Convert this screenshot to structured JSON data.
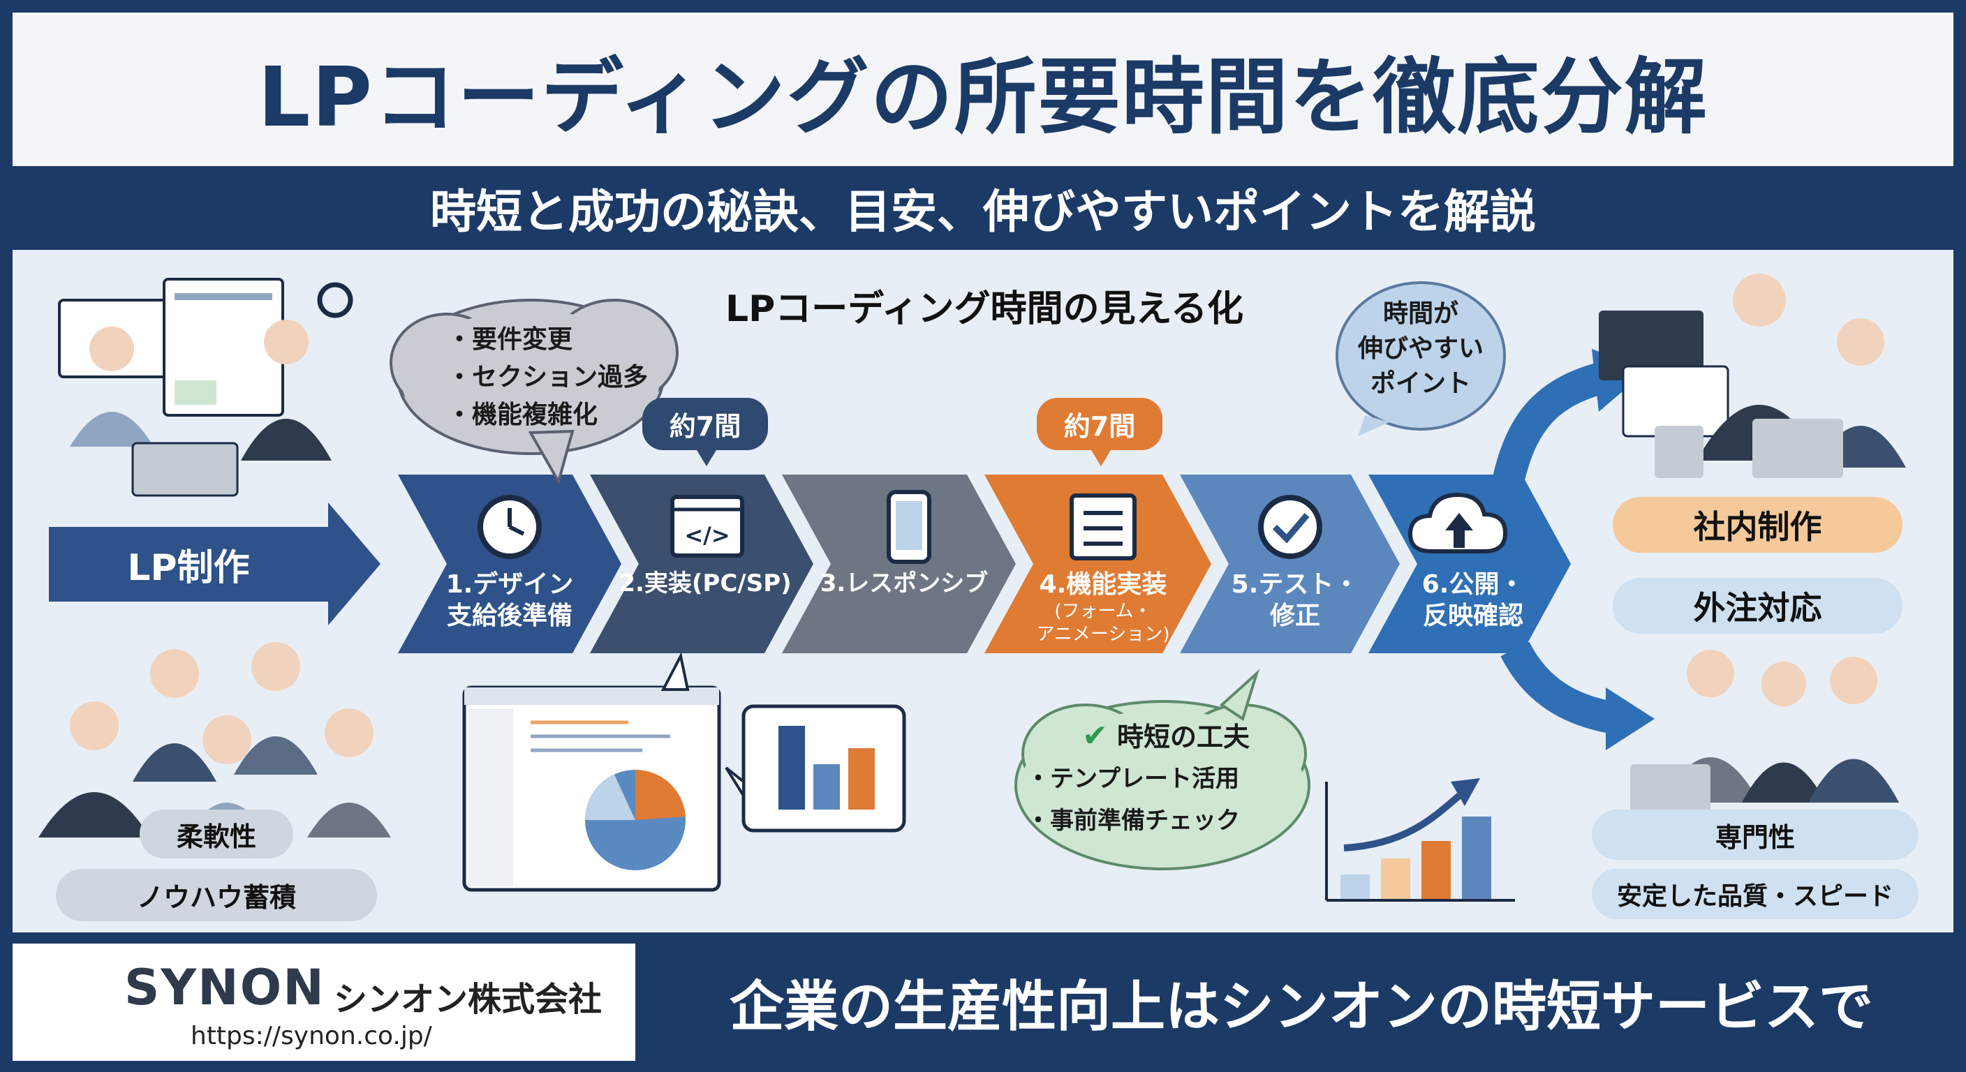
{
  "header": {
    "title": "LPコーディングの所要時間を徹底分解",
    "subtitle": "時短と成功の秘訣、目安、伸びやすいポイントを解説"
  },
  "main": {
    "section_title": "LPコーディング時間の見える化",
    "lp_arrow_label": "LP制作",
    "top_cloud": {
      "items": [
        "・要件変更",
        "・セクション過多",
        "・機能複雑化"
      ]
    },
    "badges": [
      {
        "label": "約7間",
        "color": "#2f4a70"
      },
      {
        "label": "約7間",
        "color": "#e07b34"
      }
    ],
    "stretch_cloud": {
      "lines": [
        "時間が",
        "伸びやすい",
        "ポイント"
      ]
    },
    "steps": [
      {
        "label1": "1.デザイン",
        "label2": "支給後準備",
        "icon": "clock-icon",
        "color": "#2e5289"
      },
      {
        "label1": "2.実装(PC/SP)",
        "label2": "",
        "icon": "code-icon",
        "color": "#3b4f6e"
      },
      {
        "label1": "3.レスポンシブ",
        "label2": "",
        "icon": "smartphone-icon",
        "color": "#6e7683"
      },
      {
        "label1": "4.機能実装",
        "label2": "(フォーム・",
        "label3": "アニメーション)",
        "icon": "form-icon",
        "color": "#e07b34"
      },
      {
        "label1": "5.テスト・",
        "label2": "修正",
        "icon": "check-icon",
        "color": "#5b87bd"
      },
      {
        "label1": "6.公開・",
        "label2": "反映確認",
        "icon": "cloud-upload-icon",
        "color": "#2f6fb5"
      }
    ],
    "tips_cloud": {
      "title": "時短の工夫",
      "items": [
        "・テンプレート活用",
        "・事前準備チェック"
      ]
    },
    "left_pills": [
      "柔軟性",
      "ノウハウ蓄積"
    ],
    "right_pills": [
      "社内制作",
      "外注対応"
    ],
    "right_bottom_pills": [
      "専門性",
      "安定した品質・スピード"
    ]
  },
  "footer": {
    "brand": "SYNON",
    "company": "シンオン株式会社",
    "url": "https://synon.co.jp/",
    "tagline": "企業の生産性向上はシンオンの時短サービスで"
  },
  "colors": {
    "navy": "#1c3a66",
    "orange": "#e07b34",
    "panel": "#e8eef5",
    "light_blue": "#cfe0f0",
    "peach": "#f5c99a"
  }
}
